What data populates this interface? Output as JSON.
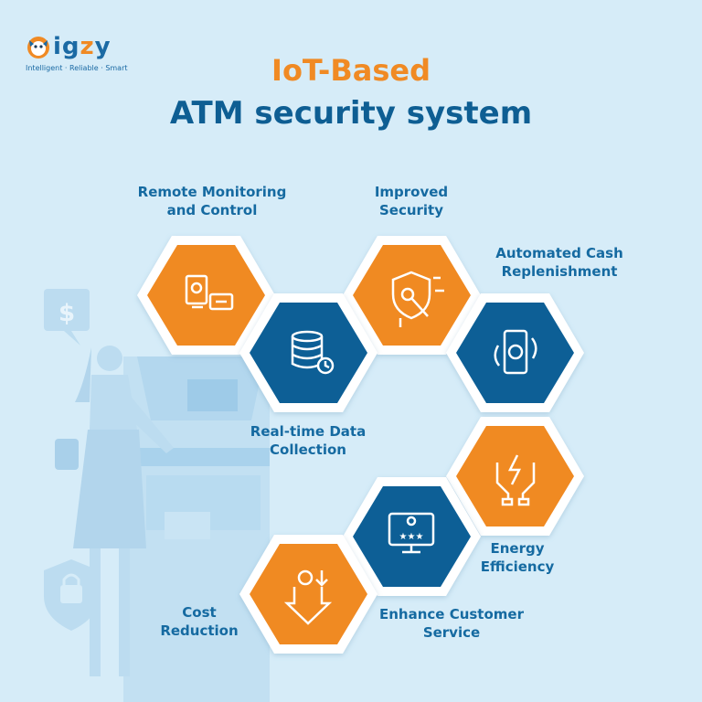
{
  "brand": {
    "name_prefix": "ig",
    "name_accent": "z",
    "name_suffix": "y",
    "tagline": "Intelligent · Reliable · Smart"
  },
  "title": {
    "line1": "IoT-Based",
    "line2": "ATM security system"
  },
  "features": {
    "remote": {
      "line1": "Remote Monitoring",
      "line2": "and Control"
    },
    "security": {
      "line1": "Improved",
      "line2": "Security"
    },
    "cash": {
      "line1": "Automated Cash",
      "line2": "Replenishment"
    },
    "data": {
      "line1": "Real-time Data",
      "line2": "Collection"
    },
    "energy": {
      "line1": "Energy",
      "line2": "Efficiency"
    },
    "customer": {
      "line1": "Enhance Customer",
      "line2": "Service"
    },
    "cost": {
      "line1": "Cost",
      "line2": "Reduction"
    }
  },
  "icons": [
    "camera-monitor-icon",
    "shield-circuit-icon",
    "cash-cycle-icon",
    "database-clock-icon",
    "hands-energy-icon",
    "customer-rating-icon",
    "cost-down-icon"
  ],
  "colors": {
    "orange": "#f08a24",
    "blue": "#0d5f96",
    "background": "#d6ecf8",
    "text": "#156aa1"
  }
}
